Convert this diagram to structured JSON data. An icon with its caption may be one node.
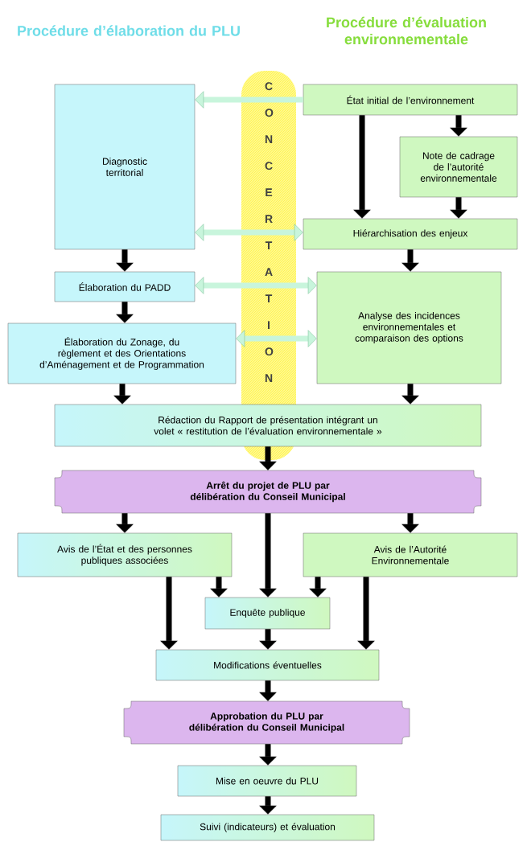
{
  "diagram": {
    "nodes": [
      {
        "text": [
          "Diagnostic territorial"
        ]
      },
      {
        "text": [
          "État initial de l’environnement"
        ]
      },
      {
        "text": [
          "Note de cadrage de l’autorité environnementale"
        ]
      },
      {
        "text": [
          "Hiérarchisation des enjeux"
        ]
      },
      {
        "text": [
          "Élaboration du PADD"
        ]
      },
      {
        "text": [
          "Analyse des incidences environnementales et comparaison des options"
        ]
      },
      {
        "text": [
          "Élaboration du Zonage, du règlement et des Orientations d’Aménagement et de Programmation"
        ]
      },
      {
        "text": [
          "Rédaction du Rapport de présentation intégrant un volet « restitution de l’évaluation environnementale »"
        ]
      },
      {
        "text": [
          "Arrêt du projet de PLU par délibération du Conseil Municipal"
        ]
      },
      {
        "text": [
          "Avis de l’État et des personnes publiques associées"
        ]
      },
      {
        "text": [
          "Avis de l’Autorité Environnementale"
        ]
      },
      {
        "text": [
          "Enquête publique"
        ]
      },
      {
        "text": [
          "Modifications éventuelles"
        ]
      },
      {
        "text": [
          "Approbation du PLU par délibération du Conseil Municipal"
        ]
      },
      {
        "text": [
          "Mise en oeuvre du PLU"
        ]
      },
      {
        "text": [
          "Suivi (indicateurs) et évaluation"
        ]
      }
    ],
    "edges": [
      {
        "from": 0,
        "to": 4,
        "arrow": "to"
      },
      {
        "from": 1,
        "to": 3,
        "arrow": "to"
      },
      {
        "from": 1,
        "to": 2,
        "arrow": "to"
      },
      {
        "from": 2,
        "to": 3,
        "arrow": "to"
      },
      {
        "from": 3,
        "to": 5,
        "arrow": "to"
      },
      {
        "from": 4,
        "to": 6,
        "arrow": "to"
      },
      {
        "from": 6,
        "to": 7,
        "arrow": "to"
      },
      {
        "from": 5,
        "to": 7,
        "arrow": "to"
      },
      {
        "from": 7,
        "to": 8,
        "arrow": "to"
      },
      {
        "from": 8,
        "to": 9,
        "arrow": "to"
      },
      {
        "from": 8,
        "to": 11,
        "arrow": "to"
      },
      {
        "from": 8,
        "to": 10,
        "arrow": "to"
      },
      {
        "from": 9,
        "to": 12,
        "arrow": "to"
      },
      {
        "from": 9,
        "to": 11,
        "arrow": "to"
      },
      {
        "from": 10,
        "to": 11,
        "arrow": "to"
      },
      {
        "from": 10,
        "to": 12,
        "arrow": "to"
      },
      {
        "from": 11,
        "to": 12,
        "arrow": "to"
      },
      {
        "from": 12,
        "to": 13,
        "arrow": "to"
      },
      {
        "from": 13,
        "to": 14,
        "arrow": "to"
      },
      {
        "from": 14,
        "to": 15,
        "arrow": "to"
      },
      {
        "from": 1,
        "to": 0,
        "arrow": "to",
        "color": "#c8f5dc"
      },
      {
        "from": 0,
        "to": 3,
        "arrow": "both",
        "color": "#c8f5dc"
      },
      {
        "from": 4,
        "to": 5,
        "arrow": "both",
        "color": "#c8f5dc"
      },
      {
        "from": 6,
        "to": 5,
        "arrow": "both",
        "color": "#c8f5dc"
      }
    ],
    "labels": [
      "Procédure d’élaboration du PLU",
      "Procédure d’évaluation environnementale",
      "CONCERTATION"
    ]
  }
}
